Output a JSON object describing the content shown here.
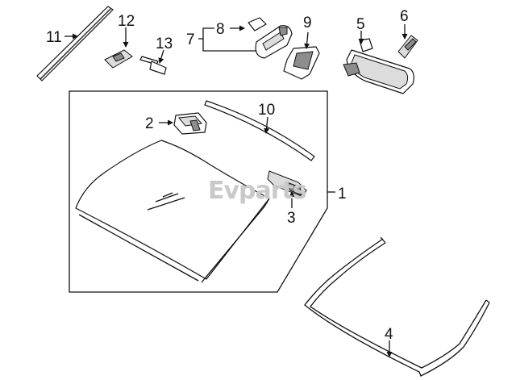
{
  "diagram": {
    "watermark": "Evparts",
    "callouts": {
      "c1": "1",
      "c2": "2",
      "c3": "3",
      "c4": "4",
      "c5": "5",
      "c6": "6",
      "c7": "7",
      "c8": "8",
      "c9": "9",
      "c10": "10",
      "c11": "11",
      "c12": "12",
      "c13": "13"
    }
  }
}
